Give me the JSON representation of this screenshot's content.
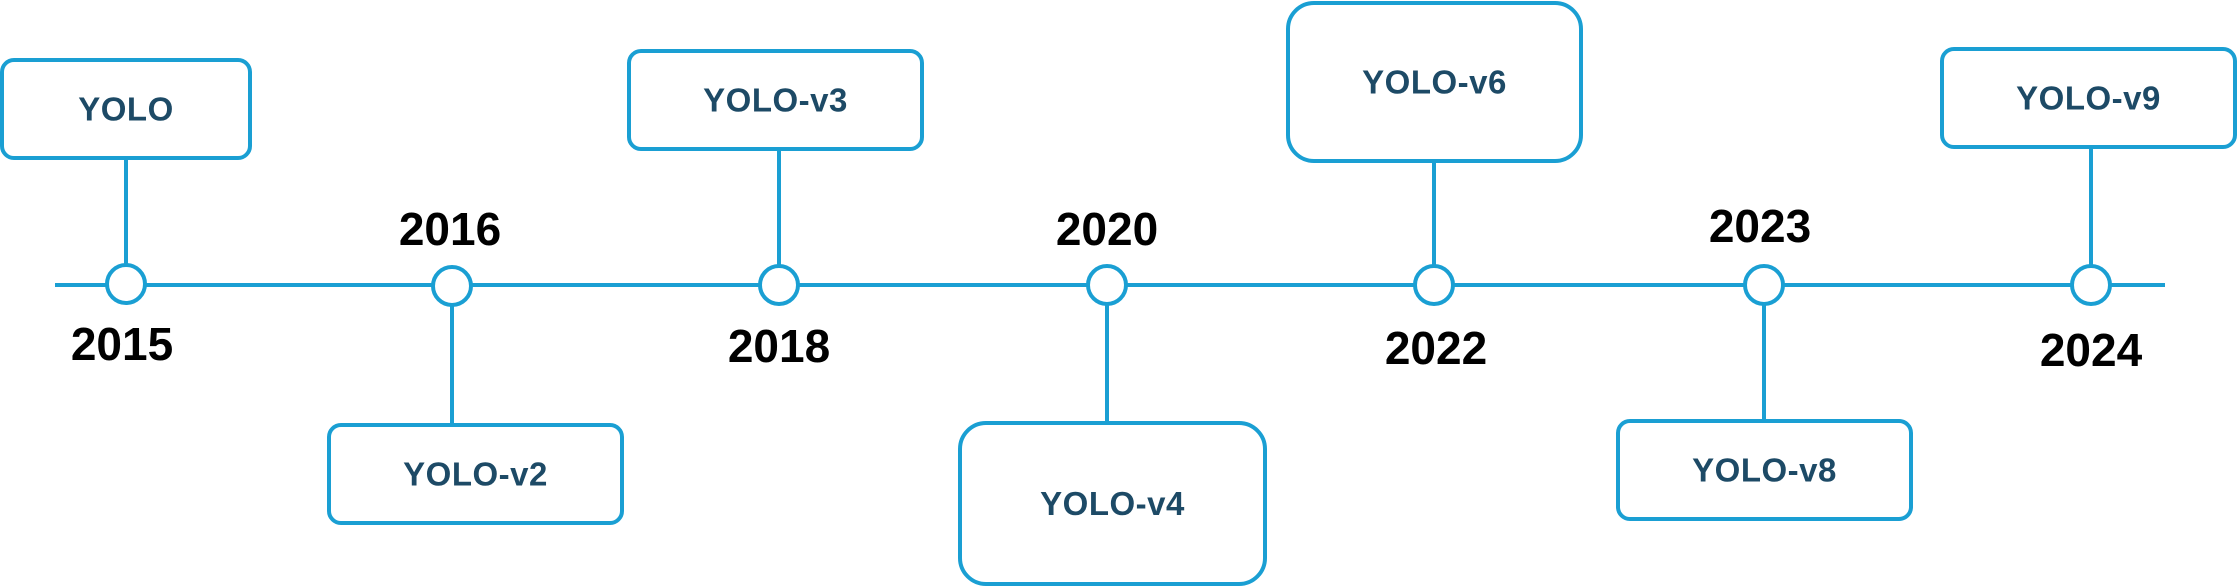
{
  "colors": {
    "line": "#1a9fd3",
    "label_text": "#1d4a66",
    "year_text": "#000000",
    "box_fill": "#ffffff"
  },
  "milestones": [
    {
      "year": "2015",
      "version": "YOLO"
    },
    {
      "year": "2016",
      "version": "YOLO-v2"
    },
    {
      "year": "2018",
      "version": "YOLO-v3"
    },
    {
      "year": "2020",
      "version": "YOLO-v4"
    },
    {
      "year": "2022",
      "version": "YOLO-v6"
    },
    {
      "year": "2023",
      "version": "YOLO-v8"
    },
    {
      "year": "2024",
      "version": "YOLO-v9"
    }
  ]
}
